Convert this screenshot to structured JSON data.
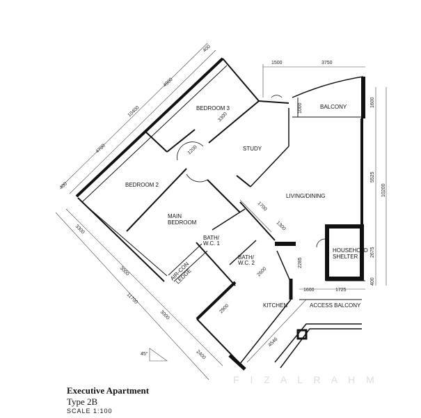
{
  "plan": {
    "watermark": "F I Z A L R A H M",
    "rooms": {
      "bedroom3": "BEDROOM 3",
      "bedroom2": "BEDROOM 2",
      "main_bedroom_1": "MAIN",
      "main_bedroom_2": "BEDROOM",
      "study": "STUDY",
      "balcony": "BALCONY",
      "living_dining": "LIVING/DINING",
      "shelter_1": "HOUSEHOLD",
      "shelter_2": "SHELTER",
      "bath1_1": "BATH/",
      "bath1_2": "W.C. 1",
      "bath2_1": "BATH/",
      "bath2_2": "W.C. 2",
      "aircon_1": "AIR-CON",
      "aircon_2": "LEDGE",
      "kitchen": "KITCHEN",
      "access_balcony": "ACCESS BALCONY"
    },
    "dimensions": {
      "nw_total": "10400",
      "nw_bed3": "4900",
      "nw_bed2": "4700",
      "nw_top": "400",
      "nw_bottom": "400",
      "bed3_depth": "3300",
      "corridor": "1200",
      "top_left": "1500",
      "top_right": "3750",
      "balcony_depth": "1000",
      "right_1": "1600",
      "right_2": "5525",
      "right_3": "2675",
      "right_4": "400",
      "right_total": "10200",
      "shelter_width": "1725",
      "access_width": "1600",
      "entry": "2285",
      "bath_1": "1700",
      "bath_2": "1300",
      "kitchen_top": "2600",
      "kitchen_left": "2900",
      "kitchen_bottom": "4546",
      "sw_1": "3300",
      "sw_2": "3000",
      "sw_total": "11700",
      "sw_3": "3000",
      "sw_4": "2400",
      "angle": "45°"
    }
  },
  "caption": {
    "title": "Executive Apartment",
    "type": "Type 2B",
    "scale": "SCALE 1:100"
  }
}
